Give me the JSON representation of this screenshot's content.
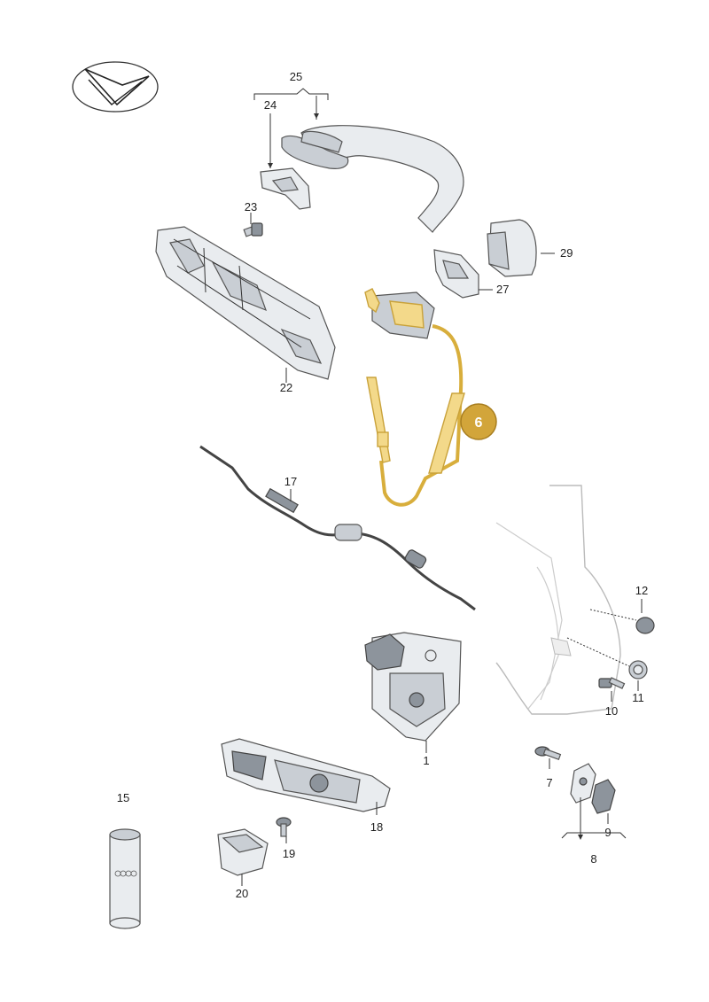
{
  "callouts": {
    "p1": "1",
    "p6": "6",
    "p7": "7",
    "p8": "8",
    "p9": "9",
    "p10": "10",
    "p11": "11",
    "p12": "12",
    "p15": "15",
    "p17": "17",
    "p18": "18",
    "p19": "19",
    "p20": "20",
    "p22": "22",
    "p23": "23",
    "p24": "24",
    "p25": "25",
    "p27": "27",
    "p29": "29"
  },
  "highlight": {
    "part": "6",
    "color": "#d2a53a"
  },
  "logo": {
    "icon": "checkmark-logo-icon"
  }
}
